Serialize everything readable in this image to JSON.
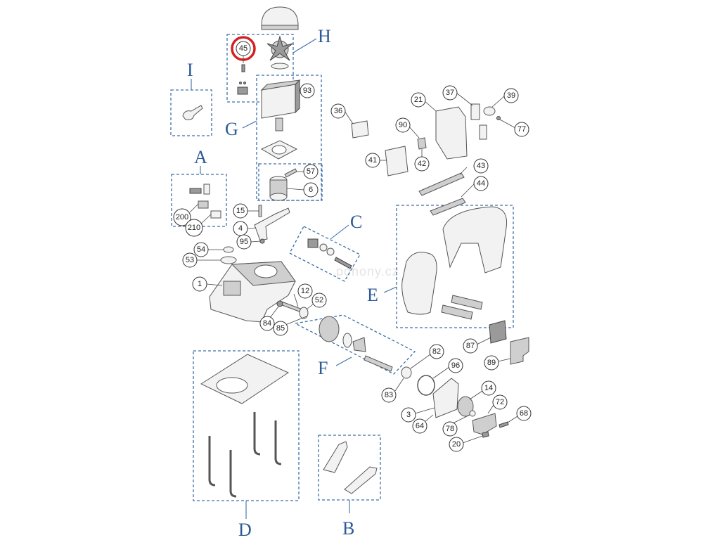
{
  "groups": {
    "A": "A",
    "B": "B",
    "C": "C",
    "D": "D",
    "E": "E",
    "F": "F",
    "G": "G",
    "H": "H",
    "I": "I"
  },
  "callouts": {
    "n45": "45",
    "n93": "93",
    "n57": "57",
    "n6": "6",
    "n15": "15",
    "n4": "4",
    "n95": "95",
    "n54": "54",
    "n53": "53",
    "n1": "1",
    "n12": "12",
    "n52": "52",
    "n84": "84",
    "n85": "85",
    "n200": "200",
    "n210": "210",
    "n36": "36",
    "n21": "21",
    "n37": "37",
    "n39": "39",
    "n77": "77",
    "n90": "90",
    "n41": "41",
    "n42": "42",
    "n43": "43",
    "n44": "44",
    "n87": "87",
    "n89": "89",
    "n82": "82",
    "n96": "96",
    "n83": "83",
    "n3": "3",
    "n14": "14",
    "n72": "72",
    "n64": "64",
    "n78": "78",
    "n68": "68",
    "n20": "20"
  },
  "watermark": "pohony.cz",
  "highlighted_callout": "45",
  "colors": {
    "group_outline": "#3d6fa8",
    "group_letter": "#2b5a96",
    "highlight": "#d42020"
  }
}
